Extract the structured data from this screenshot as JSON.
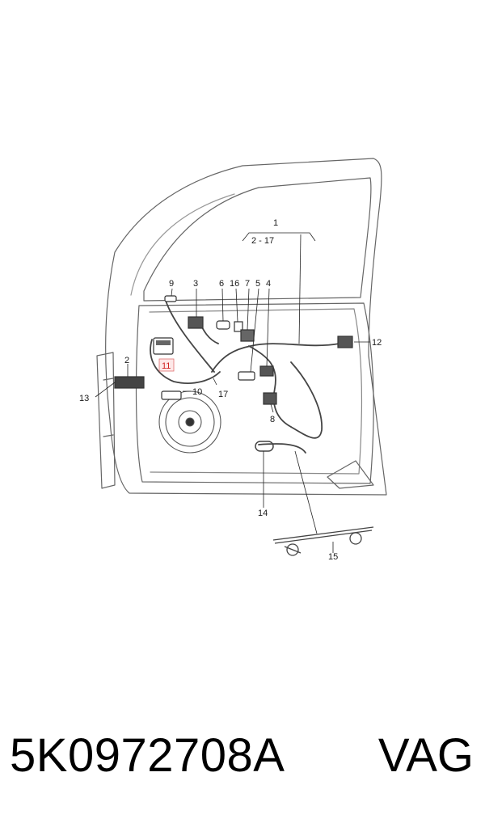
{
  "diagram": {
    "callouts": {
      "c1": "1",
      "c1_range": "2 - 17",
      "c2": "2",
      "c3": "3",
      "c4": "4",
      "c5": "5",
      "c6": "6",
      "c7": "7",
      "c8": "8",
      "c9": "9",
      "c10": "10",
      "c11": "11",
      "c12": "12",
      "c13": "13",
      "c14": "14",
      "c15": "15",
      "c16": "16",
      "c17": "17"
    },
    "highlight_color": "#d02020"
  },
  "footer": {
    "part_number": "5K0972708A",
    "brand": "VAG"
  }
}
